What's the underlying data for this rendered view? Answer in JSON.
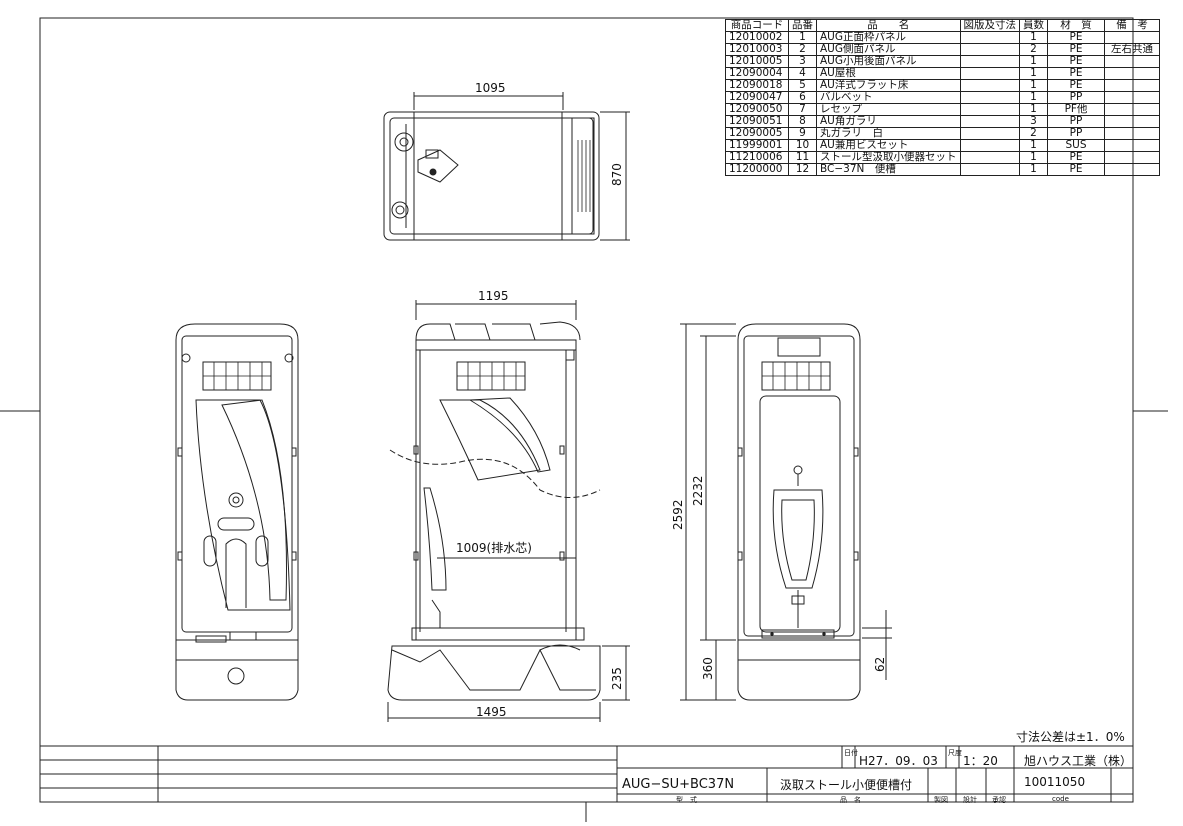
{
  "bom": {
    "headers": [
      "商品コード",
      "品番",
      "品　　名",
      "図版及寸法",
      "員数",
      "材　質",
      "備　考"
    ],
    "rows": [
      [
        "12010002",
        "1",
        "AUG正面枠パネル",
        "",
        "1",
        "PE",
        ""
      ],
      [
        "12010003",
        "2",
        "AUG側面パネル",
        "",
        "2",
        "PE",
        "左右共通"
      ],
      [
        "12010005",
        "3",
        "AUG小用後面パネル",
        "",
        "1",
        "PE",
        ""
      ],
      [
        "12090004",
        "4",
        "AU屋根",
        "",
        "1",
        "PE",
        ""
      ],
      [
        "12090018",
        "5",
        "AU洋式フラット床",
        "",
        "1",
        "PE",
        ""
      ],
      [
        "12090047",
        "6",
        "バルベット",
        "",
        "1",
        "PP",
        ""
      ],
      [
        "12090050",
        "7",
        "レセップ",
        "",
        "1",
        "PF他",
        ""
      ],
      [
        "12090051",
        "8",
        "AU角ガラリ",
        "",
        "3",
        "PP",
        ""
      ],
      [
        "12090005",
        "9",
        "丸ガラリ　白",
        "",
        "2",
        "PP",
        ""
      ],
      [
        "11999001",
        "10",
        "AU兼用ビスセット",
        "",
        "1",
        "SUS",
        ""
      ],
      [
        "11210006",
        "11",
        "ストール型汲取小便器セット",
        "",
        "1",
        "PE",
        ""
      ],
      [
        "11200000",
        "12",
        "BC−37N　便槽",
        "",
        "1",
        "PE",
        ""
      ]
    ]
  },
  "dimensions": {
    "plan_width": "1095",
    "plan_depth": "870",
    "side_width": "1195",
    "drain_center": "1009(排水芯)",
    "base_width": "1495",
    "base_height": "235",
    "total_height": "2592",
    "inner_height": "2232",
    "floor_height": "360",
    "urinal_offset": "62"
  },
  "tolerance": "寸法公差は±1．0%",
  "title_block": {
    "date_label": "日付",
    "date": "H27．09．03",
    "scale_label": "尺度",
    "scale": "1：20",
    "company": "旭ハウス工業（株）",
    "model": "AUG−SU+BC37N",
    "product_name": "汲取ストール小便便槽付",
    "code": "10011050",
    "model_label": "型　式",
    "name_label": "品　名",
    "drawn_label": "製図",
    "design_label": "設計",
    "approved_label": "承認",
    "code_label": "code"
  }
}
